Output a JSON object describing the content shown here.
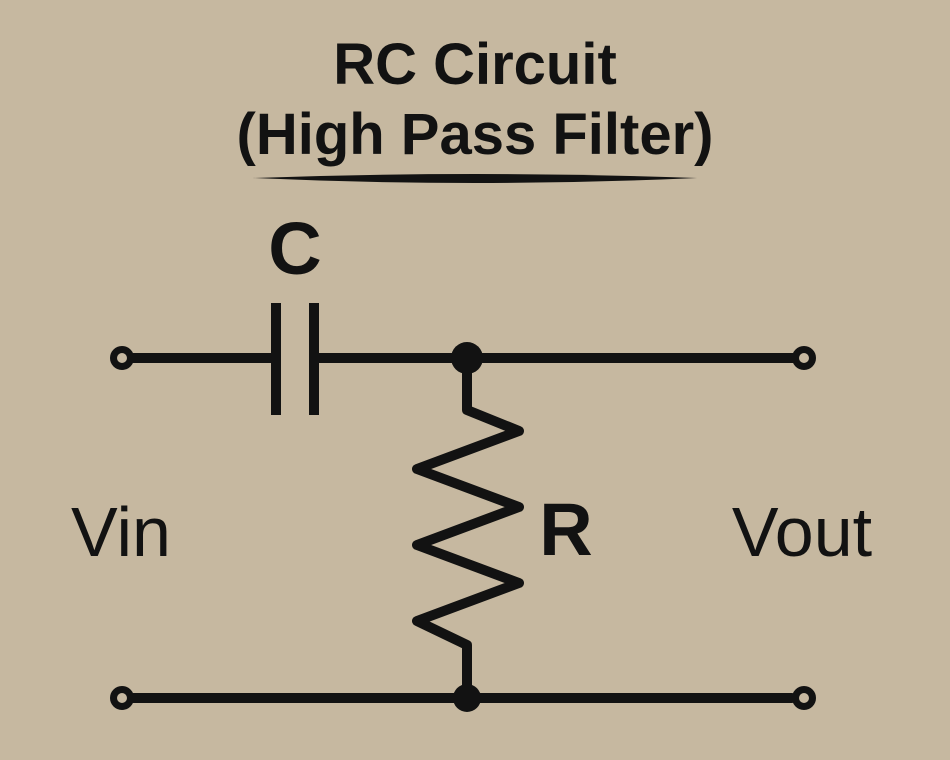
{
  "colors": {
    "background": "#c6b8a0",
    "ink": "#121212"
  },
  "title": {
    "line1": "RC Circuit",
    "line2": "(High Pass Filter)"
  },
  "labels": {
    "capacitor": "C",
    "resistor": "R",
    "input": "Vin",
    "output": "Vout"
  }
}
